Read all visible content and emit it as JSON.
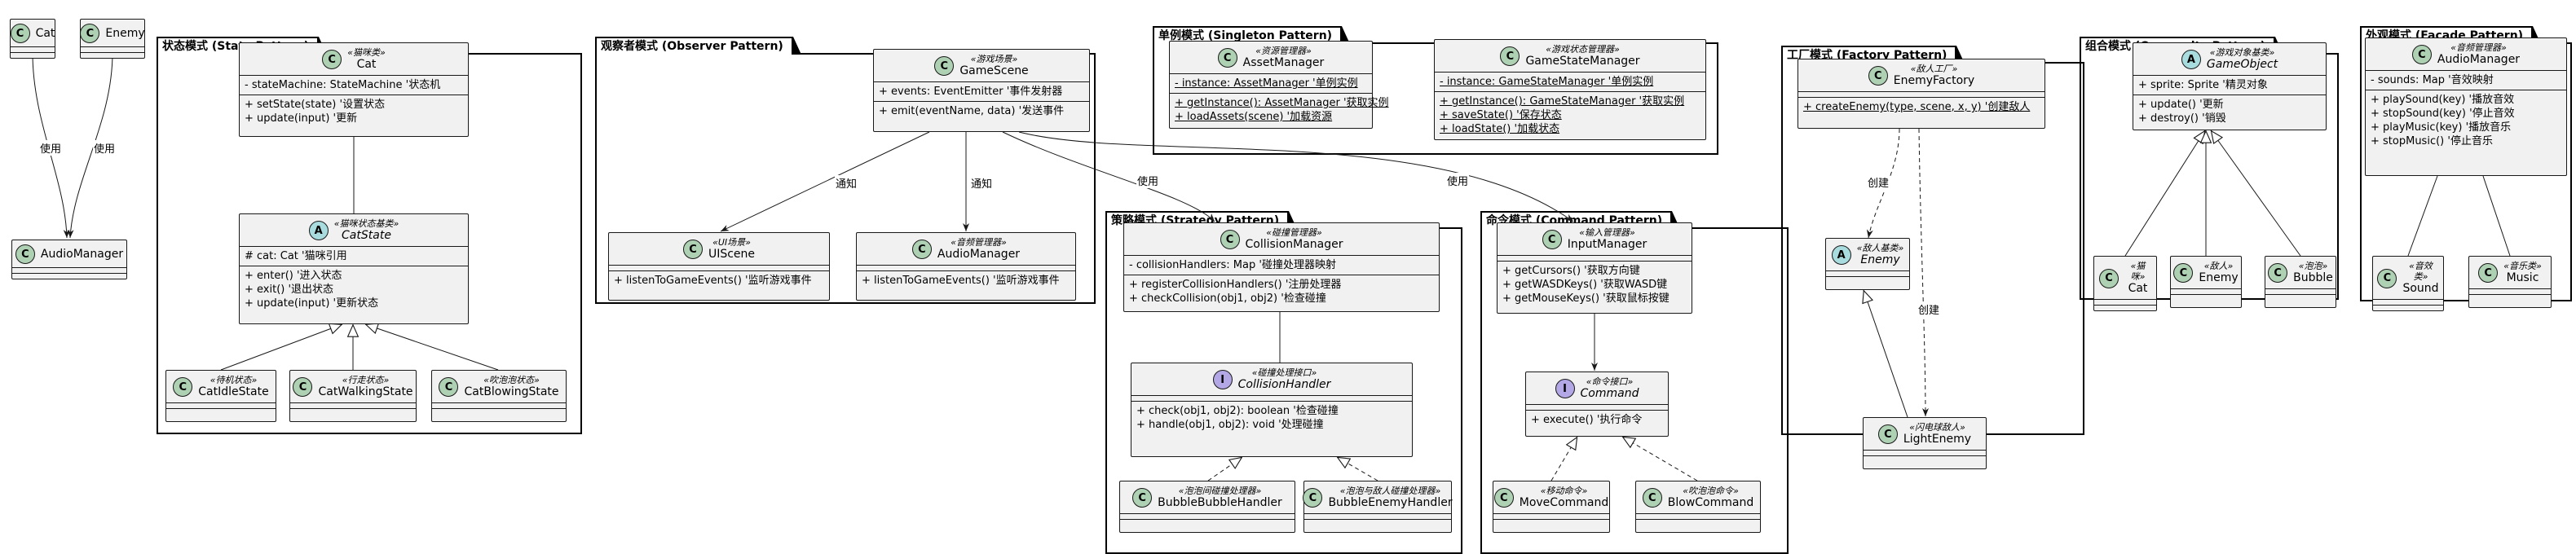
{
  "packages": [
    {
      "id": "state",
      "title": "状态模式 (State Pattern)"
    },
    {
      "id": "observer",
      "title": "观察者模式 (Observer Pattern)"
    },
    {
      "id": "singleton",
      "title": "单例模式 (Singleton Pattern)"
    },
    {
      "id": "factory",
      "title": "工厂模式 (Factory Pattern)"
    },
    {
      "id": "composite",
      "title": "组合模式 (Composite Pattern)"
    },
    {
      "id": "facade",
      "title": "外观模式 (Facade Pattern)"
    },
    {
      "id": "strategy",
      "title": "策略模式 (Strategy Pattern)"
    },
    {
      "id": "command",
      "title": "命令模式 (Command Pattern)"
    }
  ],
  "classes": {
    "cat_free": {
      "kind": "C",
      "name": "Cat",
      "stereo": "",
      "fields": [],
      "methods": []
    },
    "enemy_free": {
      "kind": "C",
      "name": "Enemy",
      "stereo": "",
      "fields": [],
      "methods": []
    },
    "audio_free": {
      "kind": "C",
      "name": "AudioManager",
      "stereo": "",
      "fields": [],
      "methods": []
    },
    "cat_state": {
      "kind": "C",
      "name": "Cat",
      "stereo": "«猫咪类»",
      "fields": [
        "- stateMachine: StateMachine '状态机"
      ],
      "methods": [
        "+ setState(state) '设置状态",
        "+ update(input) '更新"
      ]
    },
    "catstate": {
      "kind": "A",
      "name": "CatState",
      "stereo": "«猫咪状态基类»",
      "fields": [
        "# cat: Cat '猫咪引用"
      ],
      "methods": [
        "+ enter() '进入状态",
        "+ exit() '退出状态",
        "+ update(input) '更新状态"
      ]
    },
    "idle": {
      "kind": "C",
      "name": "CatIdleState",
      "stereo": "«待机状态»",
      "fields": [],
      "methods": []
    },
    "walking": {
      "kind": "C",
      "name": "CatWalkingState",
      "stereo": "«行走状态»",
      "fields": [],
      "methods": []
    },
    "blowing": {
      "kind": "C",
      "name": "CatBlowingState",
      "stereo": "«吹泡泡状态»",
      "fields": [],
      "methods": []
    },
    "gamescene": {
      "kind": "C",
      "name": "GameScene",
      "stereo": "«游戏场景»",
      "fields": [
        "+ events: EventEmitter '事件发射器"
      ],
      "methods": [
        "+ emit(eventName, data) '发送事件"
      ]
    },
    "uiscene": {
      "kind": "C",
      "name": "UIScene",
      "stereo": "«UI场景»",
      "fields": [],
      "methods": [
        "+ listenToGameEvents() '监听游戏事件"
      ]
    },
    "audio_obs": {
      "kind": "C",
      "name": "AudioManager",
      "stereo": "«音频管理器»",
      "fields": [],
      "methods": [
        "+ listenToGameEvents() '监听游戏事件"
      ]
    },
    "assetmgr": {
      "kind": "C",
      "name": "AssetManager",
      "stereo": "«资源管理器»",
      "fields": [
        "- instance: AssetManager '单例实例"
      ],
      "methods": [
        "+ getInstance(): AssetManager '获取实例",
        "+ loadAssets(scene) '加载资源"
      ]
    },
    "gsm": {
      "kind": "C",
      "name": "GameStateManager",
      "stereo": "«游戏状态管理器»",
      "fields": [
        "- instance: GameStateManager '单例实例"
      ],
      "methods": [
        "+ getInstance(): GameStateManager '获取实例",
        "+ saveState() '保存状态",
        "+ loadState() '加载状态"
      ]
    },
    "collision": {
      "kind": "C",
      "name": "CollisionManager",
      "stereo": "«碰撞管理器»",
      "fields": [
        "- collisionHandlers: Map '碰撞处理器映射"
      ],
      "methods": [
        "+ registerCollisionHandlers() '注册处理器",
        "+ checkCollision(obj1, obj2) '检查碰撞"
      ]
    },
    "handler": {
      "kind": "I",
      "name": "CollisionHandler",
      "stereo": "«碰撞处理接口»",
      "fields": [],
      "methods": [
        "+ check(obj1, obj2): boolean '检查碰撞",
        "+ handle(obj1, obj2): void '处理碰撞"
      ]
    },
    "bbhandler": {
      "kind": "C",
      "name": "BubbleBubbleHandler",
      "stereo": "«泡泡间碰撞处理器»",
      "fields": [],
      "methods": []
    },
    "behandler": {
      "kind": "C",
      "name": "BubbleEnemyHandler",
      "stereo": "«泡泡与敌人碰撞处理器»",
      "fields": [],
      "methods": []
    },
    "input": {
      "kind": "C",
      "name": "InputManager",
      "stereo": "«输入管理器»",
      "fields": [],
      "methods": [
        "+ getCursors() '获取方向键",
        "+ getWASDKeys() '获取WASD键",
        "+ getMouseKeys() '获取鼠标按键"
      ]
    },
    "command": {
      "kind": "I",
      "name": "Command",
      "stereo": "«命令接口»",
      "fields": [],
      "methods": [
        "+ execute() '执行命令"
      ]
    },
    "movecmd": {
      "kind": "C",
      "name": "MoveCommand",
      "stereo": "«移动命令»",
      "fields": [],
      "methods": []
    },
    "blowcmd": {
      "kind": "C",
      "name": "BlowCommand",
      "stereo": "«吹泡泡命令»",
      "fields": [],
      "methods": []
    },
    "factory": {
      "kind": "C",
      "name": "EnemyFactory",
      "stereo": "«敌人工厂»",
      "fields": [],
      "methods": [
        "+ createEnemy(type, scene, x, y) '创建敌人"
      ]
    },
    "enemy_abs": {
      "kind": "A",
      "name": "Enemy",
      "stereo": "«敌人基类»",
      "fields": [],
      "methods": []
    },
    "lightenemy": {
      "kind": "C",
      "name": "LightEnemy",
      "stereo": "«闪电球敌人»",
      "fields": [],
      "methods": []
    },
    "gameobject": {
      "kind": "A",
      "name": "GameObject",
      "stereo": "«游戏对象基类»",
      "fields": [
        "+ sprite: Sprite '精灵对象"
      ],
      "methods": [
        "+ update() '更新",
        "+ destroy() '销毁"
      ]
    },
    "cat_comp": {
      "kind": "C",
      "name": "Cat",
      "stereo": "«猫咪»",
      "fields": [],
      "methods": []
    },
    "enemy_comp": {
      "kind": "C",
      "name": "Enemy",
      "stereo": "«敌人»",
      "fields": [],
      "methods": []
    },
    "bubble": {
      "kind": "C",
      "name": "Bubble",
      "stereo": "«泡泡»",
      "fields": [],
      "methods": []
    },
    "audio_facade": {
      "kind": "C",
      "name": "AudioManager",
      "stereo": "«音频管理器»",
      "fields": [
        "- sounds: Map '音效映射"
      ],
      "methods": [
        "+ playSound(key) '播放音效",
        "+ stopSound(key) '停止音效",
        "+ playMusic(key) '播放音乐",
        "+ stopMusic() '停止音乐"
      ]
    },
    "sound": {
      "kind": "C",
      "name": "Sound",
      "stereo": "«音效类»",
      "fields": [],
      "methods": []
    },
    "music": {
      "kind": "C",
      "name": "Music",
      "stereo": "«音乐类»",
      "fields": [],
      "methods": []
    }
  },
  "edge_labels": {
    "use": "使用",
    "notify": "通知",
    "create": "创建"
  }
}
